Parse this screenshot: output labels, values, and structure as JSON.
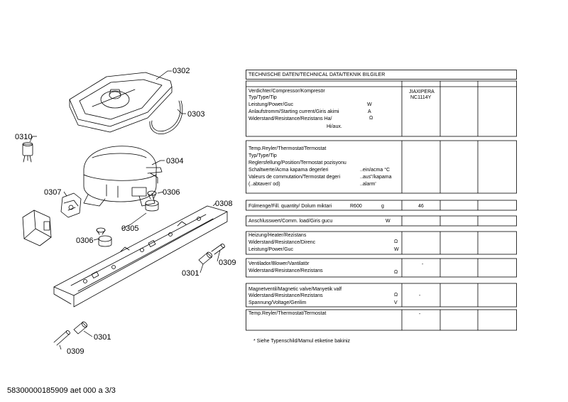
{
  "part_labels": {
    "p0302": "0302",
    "p0303": "0303",
    "p0310": "0310",
    "p0304": "0304",
    "p0307": "0307",
    "p0306a": "0306",
    "p0308": "0308",
    "p0305": "0305",
    "p0306b": "0306",
    "p0301a": "0301",
    "p0309a": "0309",
    "p0301b": "0301",
    "p0309b": "0309"
  },
  "table": {
    "header": "TECHNISCHE DATEN/TECHNICAL DATA/TEKNIK BILGILER",
    "compressor": {
      "lines": [
        "Verdichter/Compressor/Kompresör",
        "Typ/Type/Tip",
        " Leistung/Power/Guc",
        "Anlaufstromm/Starting current/Giris akimi",
        "Widerstand/Resistance/Rezistans Ha/"
      ],
      "hi_aux": "Hi/aux.",
      "unit_w": "W",
      "unit_a": "A",
      "unit_ohm": "Ω",
      "value_line1": "JIAXIPERA",
      "value_line2": "NC1114Y"
    },
    "thermostat": {
      "lines": [
        "Temp.Reyler/Thermostat/Termostat",
        "Typ/Type/Tip",
        "Reglersfellung/Position/Termostat  pozisyonu",
        "Schaltwerte/Acma kapama degerleri",
        "Valeurs de commutation/Termostat degeri",
        "(..abtaven' od)"
      ],
      "unit1": "..ein/acma °C",
      "unit2": "..aus\"/kapama",
      "unit3": "..alarm'"
    },
    "fill": {
      "label": "Fülmenge/Fill. quantity/ Dolum miktari",
      "refrigerant": "R600",
      "unit": "g",
      "value": "46"
    },
    "load": {
      "label": "Anschlusswert/Comm. load/Giris gucu",
      "unit": "W"
    },
    "heater": {
      "lines": [
        "Heizung/Heater/Rezistans",
        "Widerstand/Resistance/Direnc",
        "Leistung/Power/Guc"
      ],
      "unit_ohm": "Ω",
      "unit_w": "W"
    },
    "fan": {
      "lines": [
        "Ventilador/Blower/Vantilatör",
        " Widerstand/Resistance/Rezistans"
      ],
      "unit_ohm": "Ω",
      "value": "-"
    },
    "valve": {
      "lines": [
        "Magnetventil/Magnetic valve/Manyetik valf",
        "Widerstand/Resistance/Rezistans",
        "Spannung/Voltage/Gerilim"
      ],
      "unit_ohm": "Ω",
      "unit_v": "V",
      "value": "-"
    },
    "thermostat2": {
      "label": "Temp.Reyler/Thermostat/Termostat",
      "value": "-"
    }
  },
  "footnote": "* Siehe Typenschild/Mamul etiketine bakiniz",
  "document_id": "58300000185909 aet 000 a 3/3"
}
